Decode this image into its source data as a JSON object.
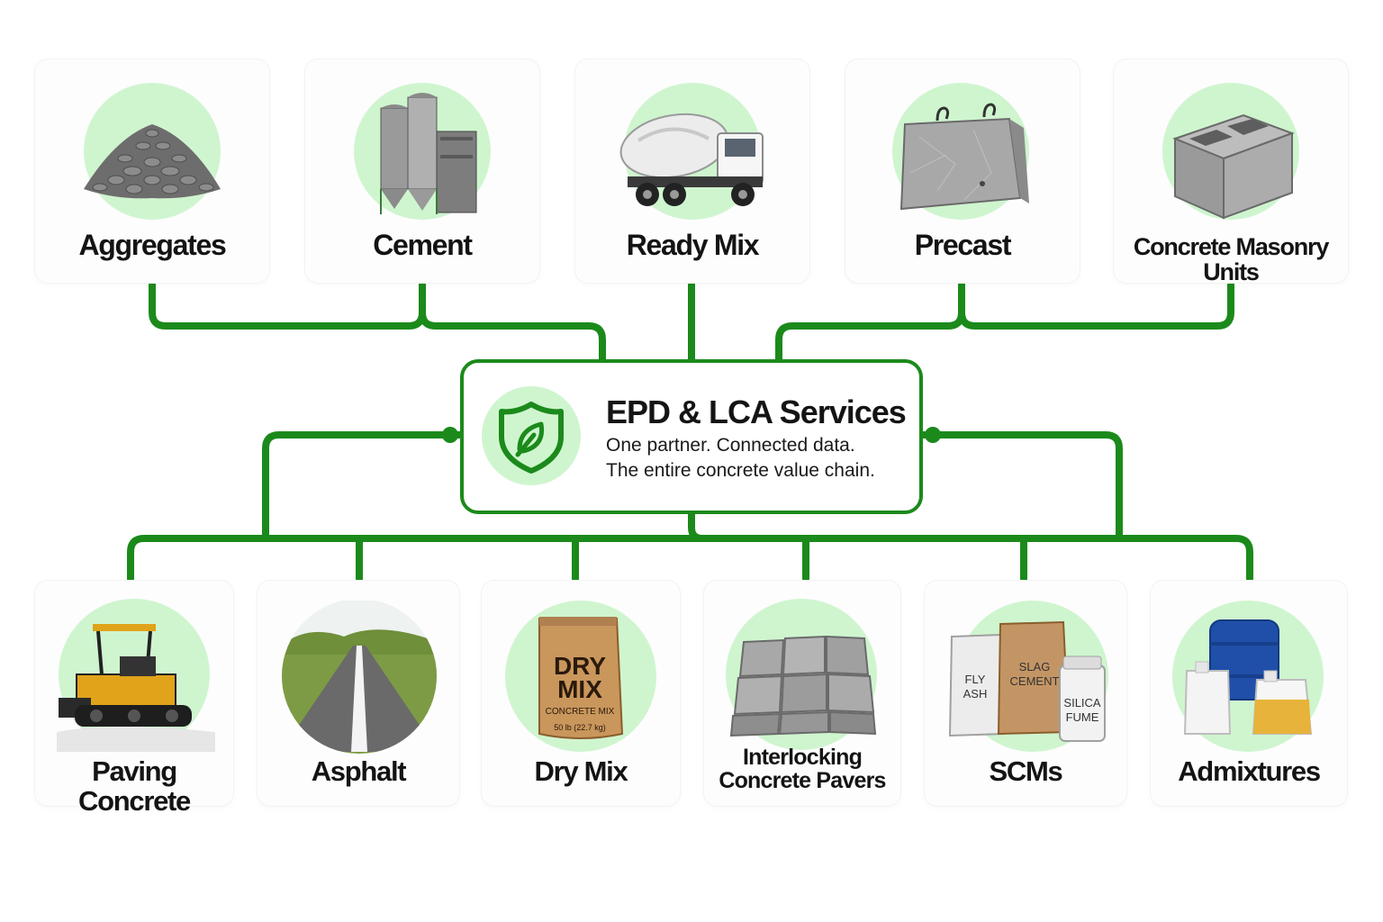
{
  "colors": {
    "connector": "#1b8a1b",
    "icon_background": "#cff5cf",
    "card_background": "#fdfdfd",
    "text": "#141414"
  },
  "hub": {
    "icon": "shield-leaf-icon",
    "title": "EPD & LCA Services",
    "tagline_line1": "One partner. Connected data.",
    "tagline_line2": "The entire concrete value chain."
  },
  "upstream": [
    {
      "label": "Aggregates",
      "icon": "gravel-pile-icon"
    },
    {
      "label": "Cement",
      "icon": "cement-silo-icon"
    },
    {
      "label": "Ready Mix",
      "icon": "mixer-truck-icon"
    },
    {
      "label": "Precast",
      "icon": "precast-panel-icon"
    },
    {
      "label": "Concrete Masonry Units",
      "icon": "masonry-block-icon"
    }
  ],
  "downstream": [
    {
      "label": "Paving Concrete",
      "icon": "paver-machine-icon"
    },
    {
      "label": "Asphalt",
      "icon": "road-icon"
    },
    {
      "label": "Dry Mix",
      "icon": "dry-mix-bag-icon"
    },
    {
      "label_line1": "Interlocking",
      "label_line2": "Concrete Pavers",
      "icon": "pavers-icon"
    },
    {
      "label": "SCMs",
      "icon": "scm-bags-icon"
    },
    {
      "label": "Admixtures",
      "icon": "admixture-containers-icon"
    }
  ],
  "dry_mix_bag": {
    "title_line1": "DRY",
    "title_line2": "MIX",
    "subtitle": "CONCRETE MIX",
    "weight": "50 lb (22.7 kg)"
  },
  "scm_bags": {
    "fly_ash_line1": "FLY",
    "fly_ash_line2": "ASH",
    "slag_line1": "SLAG",
    "slag_line2": "CEMENT",
    "silica_line1": "SILICA",
    "silica_line2": "FUME"
  }
}
